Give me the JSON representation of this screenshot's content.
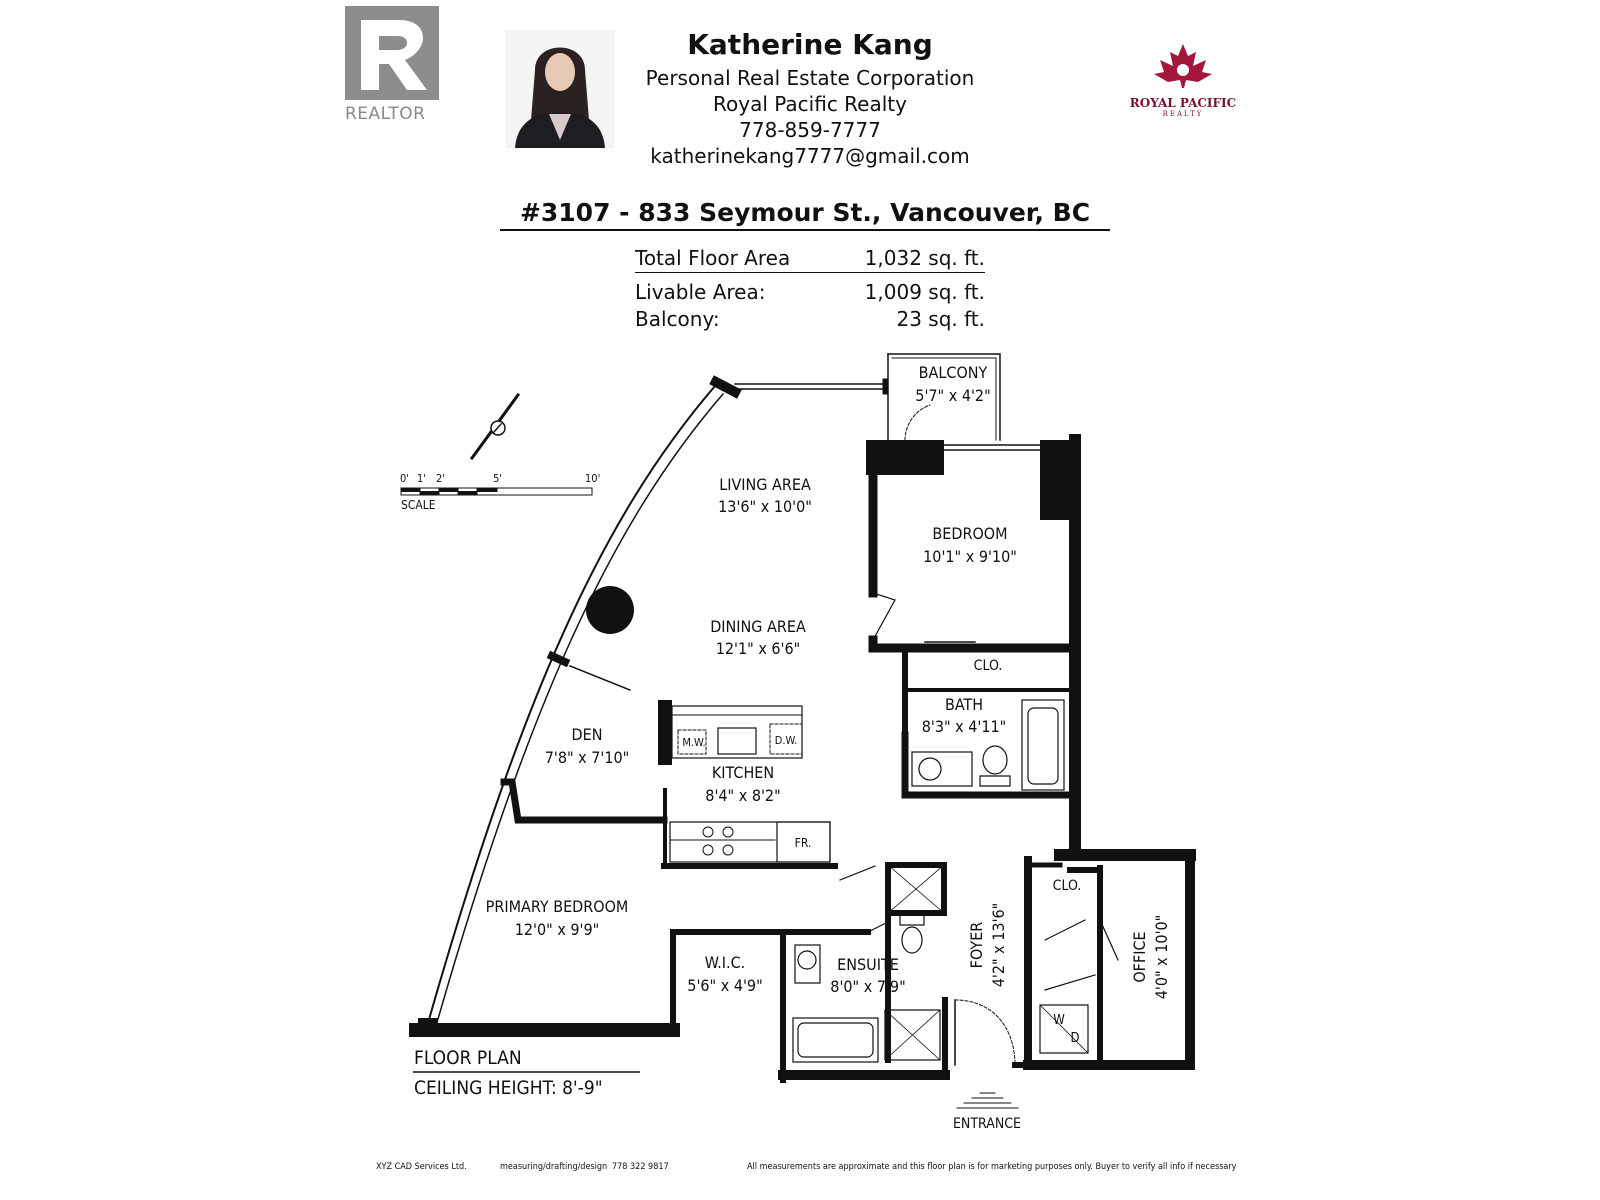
{
  "agent": {
    "logo_text": "REALTOR",
    "name": "Katherine Kang",
    "corp": "Personal Real Estate Corporation",
    "brokerage": "Royal Pacific Realty",
    "phone": "778-859-7777",
    "email": "katherinekang7777@gmail.com",
    "brokerage_logo_name": "ROYAL PACIFIC",
    "brokerage_logo_sub": "REALTY"
  },
  "property": {
    "address": "#3107 - 833 Seymour St., Vancouver, BC",
    "areas": [
      {
        "label": "Total Floor Area",
        "value": "1,032 sq. ft."
      },
      {
        "label": "Livable Area:",
        "value": "1,009 sq. ft."
      },
      {
        "label": "Balcony:",
        "value": "23 sq. ft."
      }
    ]
  },
  "scale": {
    "ticks": [
      "0'",
      "1'",
      "2'",
      "5'",
      "10'"
    ],
    "label": "SCALE"
  },
  "rooms": {
    "balcony": {
      "name": "BALCONY",
      "dims": "5'7\" x 4'2\""
    },
    "living": {
      "name": "LIVING AREA",
      "dims": "13'6\" x 10'0\""
    },
    "bedroom": {
      "name": "BEDROOM",
      "dims": "10'1\" x 9'10\""
    },
    "dining": {
      "name": "DINING AREA",
      "dims": "12'1\" x 6'6\""
    },
    "clo1": {
      "name": "CLO."
    },
    "bath": {
      "name": "BATH",
      "dims": "8'3\" x 4'11\""
    },
    "den": {
      "name": "DEN",
      "dims": "7'8\" x 7'10\""
    },
    "kitchen": {
      "name": "KITCHEN",
      "dims": "8'4\" x 8'2\""
    },
    "primary": {
      "name": "PRIMARY BEDROOM",
      "dims": "12'0\" x 9'9\""
    },
    "wic": {
      "name": "W.I.C.",
      "dims": "5'6\" x 4'9\""
    },
    "ensuite": {
      "name": "ENSUITE",
      "dims": "8'0\" x 7'9\""
    },
    "foyer": {
      "name": "FOYER",
      "dims": "4'2\" x 13'6\""
    },
    "clo2": {
      "name": "CLO."
    },
    "office": {
      "name": "OFFICE",
      "dims": "4'0\" x 10'0\""
    }
  },
  "appliances": {
    "mw": "M.W.",
    "dw": "D.W.",
    "fr": "FR.",
    "w": "W",
    "d": "D"
  },
  "plan": {
    "title": "FLOOR PLAN",
    "ceiling": "CEILING HEIGHT: 8'-9\"",
    "entrance": "ENTRANCE"
  },
  "footer": {
    "company": "XYZ CAD Services Ltd.",
    "service": "measuring/drafting/design",
    "phone": "778 322 9817",
    "disclaimer": "All measurements are approximate and this floor plan is for marketing purposes only. Buyer to verify all info if necessary"
  },
  "colors": {
    "wall": "#111111",
    "brand": "#7a1030",
    "logo_gray": "#8d8d8d"
  }
}
